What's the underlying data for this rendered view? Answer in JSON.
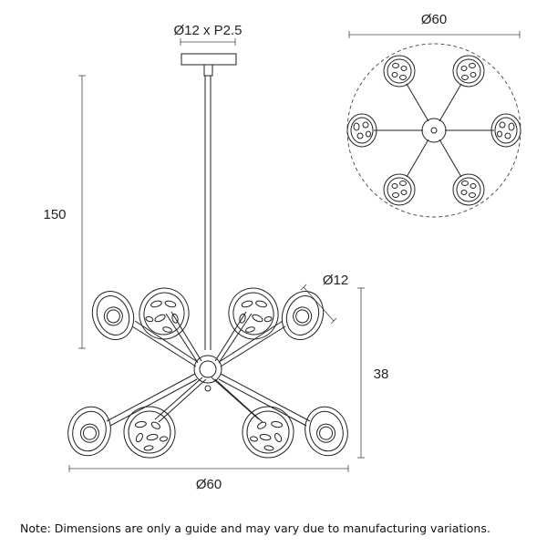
{
  "dimensions": {
    "canopy": "Ø12 x P2.5",
    "drop_height": "150",
    "shade_diameter": "Ø12",
    "body_height": "38",
    "width_front": "Ø60",
    "width_top": "Ø60"
  },
  "note": "Note: Dimensions are only a guide and may vary due to manufacturing variations."
}
